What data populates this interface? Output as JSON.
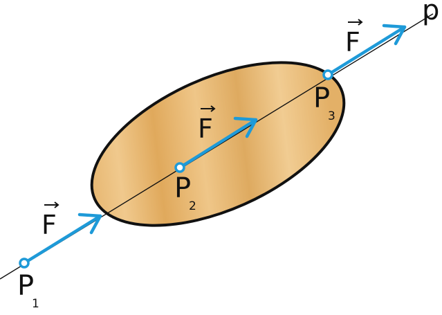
{
  "line_label": "p",
  "force_label": "F",
  "points": [
    {
      "name": "P",
      "sub": "1"
    },
    {
      "name": "P",
      "sub": "2"
    },
    {
      "name": "P",
      "sub": "3"
    }
  ],
  "colors": {
    "force_arrow": "#1e9ad8",
    "body_fill": "#e7b66f",
    "body_fill_light": "#f2cf94",
    "body_stroke": "#111111",
    "line": "#111111",
    "point_fill": "#ffffff"
  }
}
